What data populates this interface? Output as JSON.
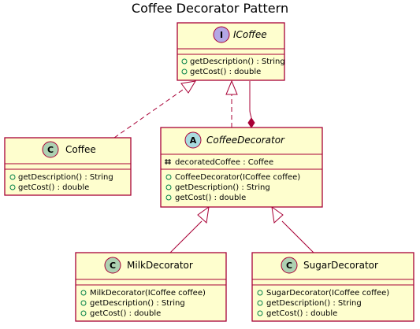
{
  "title": "Coffee Decorator Pattern",
  "stereotype_colors": {
    "interface": "#b4a7e5",
    "abstract": "#a9dcdf",
    "class": "#add1b2"
  },
  "classes": {
    "icoffee": {
      "name": "ICoffee",
      "stereotype_letter": "I",
      "methods": [
        "getDescription() : String",
        "getCost() : double"
      ]
    },
    "coffee": {
      "name": "Coffee",
      "stereotype_letter": "C",
      "methods": [
        "getDescription() : String",
        "getCost() : double"
      ]
    },
    "coffee_decorator": {
      "name": "CoffeeDecorator",
      "stereotype_letter": "A",
      "fields": [
        "decoratedCoffee : Coffee"
      ],
      "methods": [
        "CoffeeDecorator(ICoffee coffee)",
        "getDescription() : String",
        "getCost() : double"
      ]
    },
    "milk_decorator": {
      "name": "MilkDecorator",
      "stereotype_letter": "C",
      "methods": [
        "MilkDecorator(ICoffee coffee)",
        "getDescription() : String",
        "getCost() : double"
      ]
    },
    "sugar_decorator": {
      "name": "SugarDecorator",
      "stereotype_letter": "C",
      "methods": [
        "SugarDecorator(ICoffee coffee)",
        "getDescription() : String",
        "getCost() : double"
      ]
    }
  }
}
